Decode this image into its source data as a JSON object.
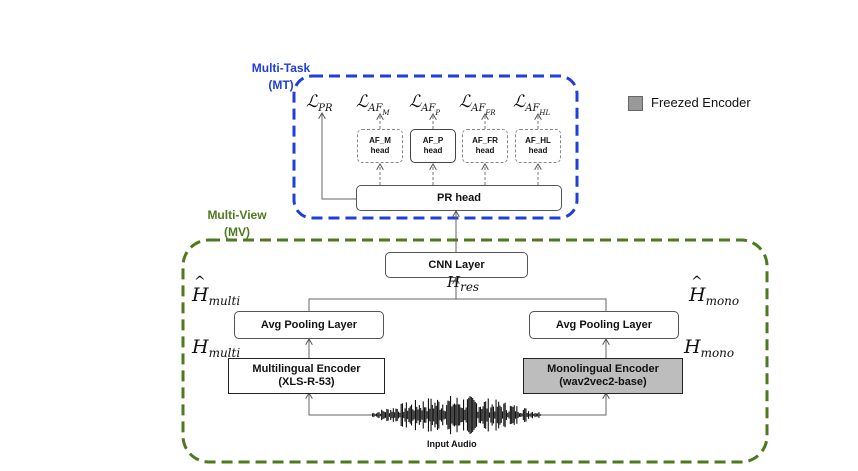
{
  "multi_task": {
    "title": "Multi-Task",
    "abbr": "(MT)",
    "color": "#1f3fd8"
  },
  "multi_view": {
    "title": "Multi-View",
    "abbr": "(MV)",
    "color": "#4d7a1f"
  },
  "legend": {
    "label": "Freezed Encoder",
    "swatch_color": "#999999"
  },
  "losses": {
    "pr": {
      "symbol": "ℒ",
      "sub": "PR"
    },
    "af_m": {
      "symbol": "ℒ",
      "sub": "AF",
      "subsub": "M"
    },
    "af_p": {
      "symbol": "ℒ",
      "sub": "AF",
      "subsub": "P"
    },
    "af_fr": {
      "symbol": "ℒ",
      "sub": "AF",
      "subsub": "FR"
    },
    "af_hl": {
      "symbol": "ℒ",
      "sub": "AF",
      "subsub": "HL"
    }
  },
  "heads": {
    "af_m": {
      "line1": "AF_M",
      "line2": "head"
    },
    "af_p": {
      "line1": "AF_P",
      "line2": "head"
    },
    "af_fr": {
      "line1": "AF_FR",
      "line2": "head"
    },
    "af_hl": {
      "line1": "AF_HL",
      "line2": "head"
    },
    "pr": "PR head"
  },
  "cnn_layer": "CNN Layer",
  "h_res": {
    "symbol": "H",
    "sub": "res"
  },
  "pooling": {
    "left": "Avg Pooling Layer",
    "right": "Avg Pooling Layer"
  },
  "h_multi_hat": {
    "symbol": "H",
    "sub": "multi"
  },
  "h_mono_hat": {
    "symbol": "H",
    "sub": "mono"
  },
  "h_multi": {
    "symbol": "H",
    "sub": "multi"
  },
  "h_mono": {
    "symbol": "H",
    "sub": "mono"
  },
  "encoders": {
    "multilingual": {
      "line1": "Multilingual Encoder",
      "line2": "(XLS-R-53)"
    },
    "monolingual": {
      "line1": "Monolingual Encoder",
      "line2": "(wav2vec2-base)"
    }
  },
  "input_audio": "Input Audio"
}
